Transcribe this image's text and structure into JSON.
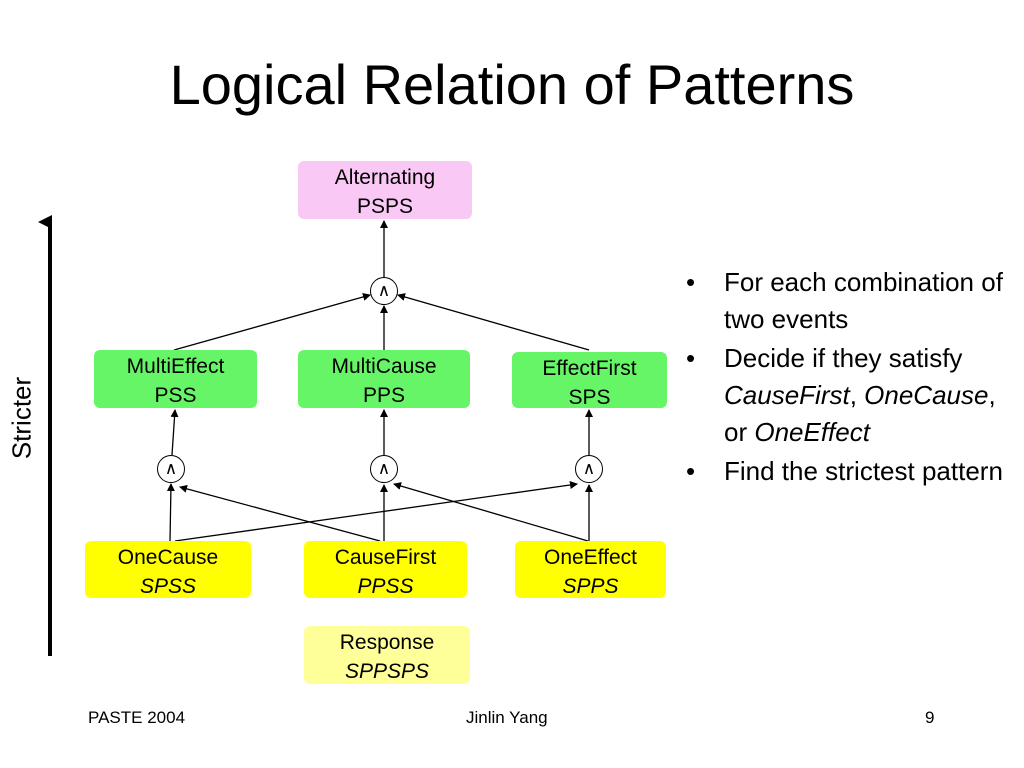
{
  "title": "Logical Relation of Patterns",
  "side_label": "Stricter",
  "and_symbol": "∧",
  "nodes": {
    "alternating": {
      "name": "Alternating",
      "code": "PSPS"
    },
    "multieffect": {
      "name": "MultiEffect",
      "code": "PSS"
    },
    "multicause": {
      "name": "MultiCause",
      "code": "PPS"
    },
    "effectfirst": {
      "name": "EffectFirst",
      "code": "SPS"
    },
    "onecause": {
      "name": "OneCause",
      "code": "SPSS"
    },
    "causefirst": {
      "name": "CauseFirst",
      "code": "PPSS"
    },
    "oneeffect": {
      "name": "OneEffect",
      "code": "SPPS"
    },
    "response": {
      "name": "Response",
      "code": "SPPSPS"
    }
  },
  "bullets": {
    "b1": "For each combination of two events",
    "b2_pre": "Decide if they satisfy ",
    "b2_t1": "CauseFirst",
    "b2_sep1": ", ",
    "b2_t2": "OneCause",
    "b2_sep2": ", or ",
    "b2_t3": "OneEffect",
    "b3": "Find the strictest pattern"
  },
  "footer": {
    "left": "PASTE 2004",
    "center": "Jinlin Yang",
    "page": "9"
  }
}
